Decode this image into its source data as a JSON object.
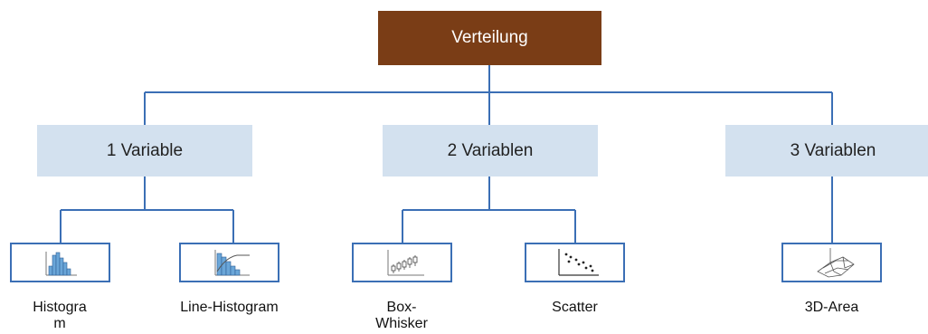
{
  "root": {
    "label": "Verteilung",
    "color": "#7a3d16"
  },
  "categories": [
    {
      "label": "1 Variable"
    },
    {
      "label": "2 Variablen"
    },
    {
      "label": "3 Variablen"
    }
  ],
  "leaves": [
    {
      "label": "Histogra m",
      "icon": "histogram-icon"
    },
    {
      "label": "Line-Histogram",
      "icon": "line-histogram-icon"
    },
    {
      "label": "Box- Whisker",
      "icon": "box-whisker-icon"
    },
    {
      "label": "Scatter",
      "icon": "scatter-icon"
    },
    {
      "label": "3D-Area",
      "icon": "3d-area-icon"
    }
  ],
  "colors": {
    "connector": "#3b6fb5",
    "category_fill": "#d3e1ef",
    "icon_fill": "#6aa6d8"
  }
}
